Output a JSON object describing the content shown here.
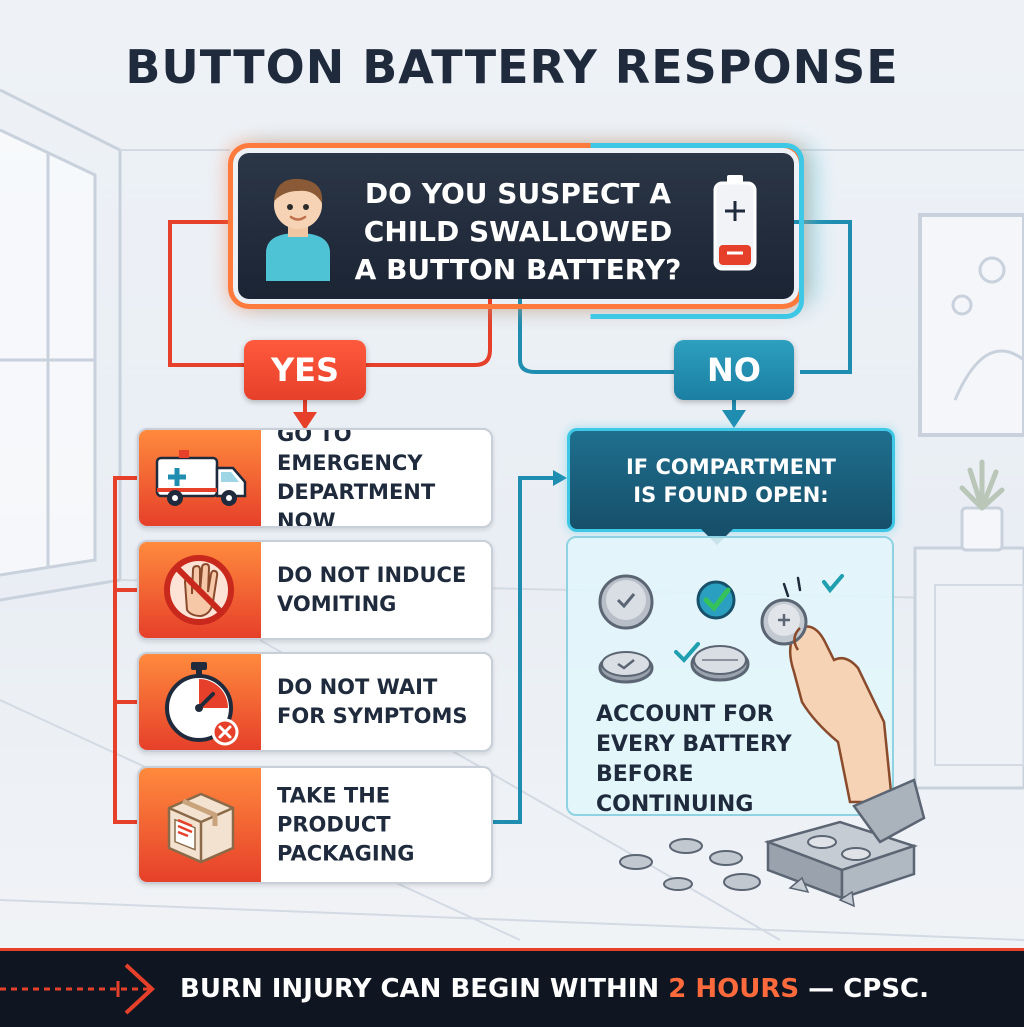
{
  "title": "BUTTON BATTERY RESPONSE",
  "question": {
    "line1": "DO YOU SUSPECT A",
    "line2": "CHILD SWALLOWED",
    "line3": "A BUTTON BATTERY?"
  },
  "branches": {
    "yes": "YES",
    "no": "NO"
  },
  "yes_actions": [
    {
      "line1": "GO TO EMERGENCY",
      "line2": "DEPARTMENT NOW",
      "line3": "",
      "icon": "ambulance-icon"
    },
    {
      "line1": "DO NOT INDUCE",
      "line2": "VOMITING",
      "line3": "",
      "icon": "no-hand-icon"
    },
    {
      "line1": "DO NOT WAIT",
      "line2": "FOR SYMPTOMS",
      "line3": "",
      "icon": "stopwatch-icon"
    },
    {
      "line1": "TAKE THE",
      "line2": "PRODUCT",
      "line3": "PACKAGING",
      "icon": "package-box-icon"
    }
  ],
  "no_branch": {
    "callout_line1": "IF COMPARTMENT",
    "callout_line2": "IS FOUND OPEN:",
    "account_line1": "ACCOUNT FOR",
    "account_line2": "EVERY BATTERY",
    "account_line3": "BEFORE CONTINUING"
  },
  "footer": {
    "text_before": "BURN INJURY CAN BEGIN WITHIN ",
    "highlight": "2 HOURS",
    "text_after": " — CPSC."
  },
  "colors": {
    "yes_accent": "#e6402a",
    "no_accent": "#1b7fa3",
    "dark_panel": "#1b2433",
    "footer_bg": "#101621"
  }
}
